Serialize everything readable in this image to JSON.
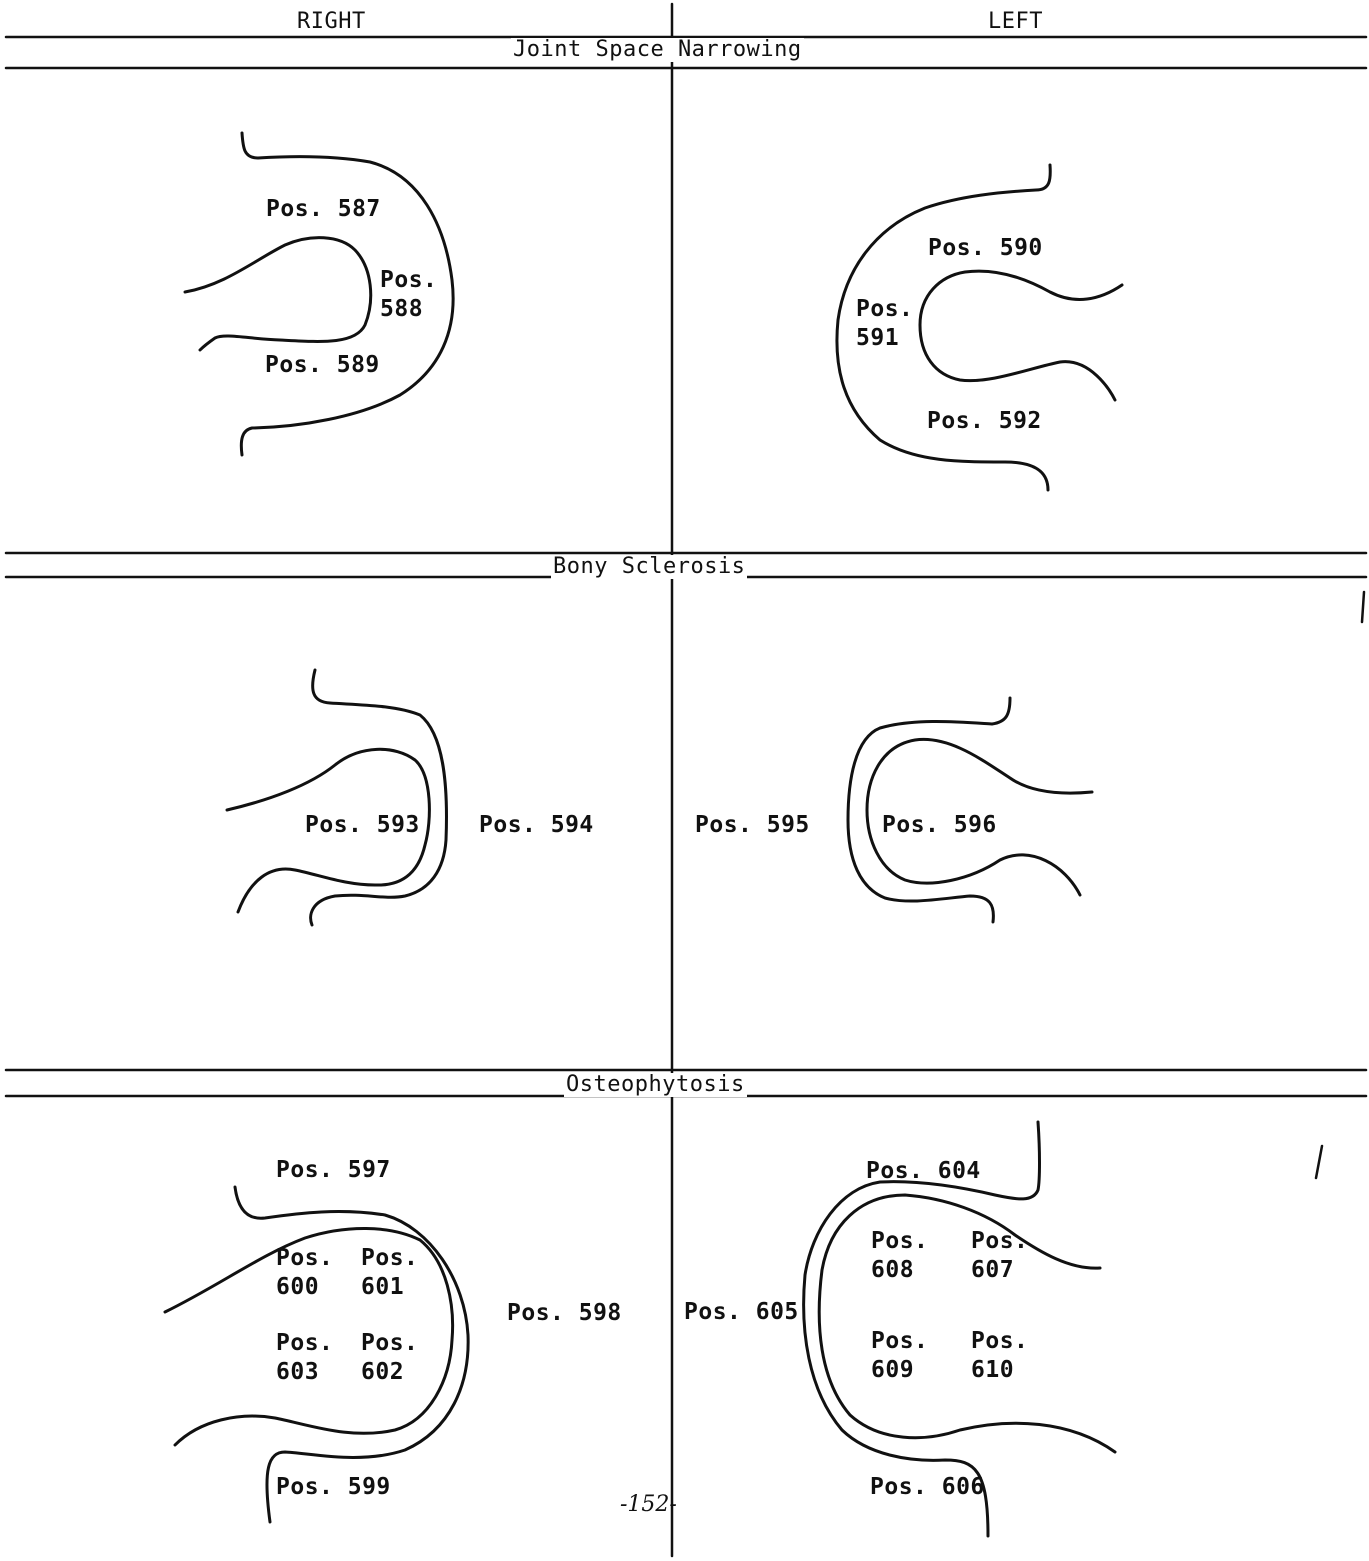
{
  "columns": {
    "right": "RIGHT",
    "left": "LEFT"
  },
  "sections": {
    "joint_space_narrowing": {
      "title": "Joint Space Narrowing",
      "right": {
        "p587": "Pos. 587",
        "p588": "Pos.\n588",
        "p589": "Pos. 589"
      },
      "left": {
        "p590": "Pos. 590",
        "p591": "Pos.\n591",
        "p592": "Pos. 592"
      }
    },
    "bony_sclerosis": {
      "title": "Bony Sclerosis",
      "right": {
        "p593": "Pos. 593",
        "p594": "Pos. 594"
      },
      "left": {
        "p595": "Pos. 595",
        "p596": "Pos. 596"
      }
    },
    "osteophytosis": {
      "title": "Osteophytosis",
      "right": {
        "p597": "Pos. 597",
        "p598": "Pos. 598",
        "p599": "Pos. 599",
        "p600": "Pos.\n600",
        "p601": "Pos.\n601",
        "p602": "Pos.\n602",
        "p603": "Pos.\n603"
      },
      "left": {
        "p604": "Pos. 604",
        "p605": "Pos. 605",
        "p606": "Pos. 606",
        "p607": "Pos.\n607",
        "p608": "Pos.\n608",
        "p609": "Pos.\n609",
        "p610": "Pos.\n610"
      }
    }
  },
  "page_number": "-152-"
}
